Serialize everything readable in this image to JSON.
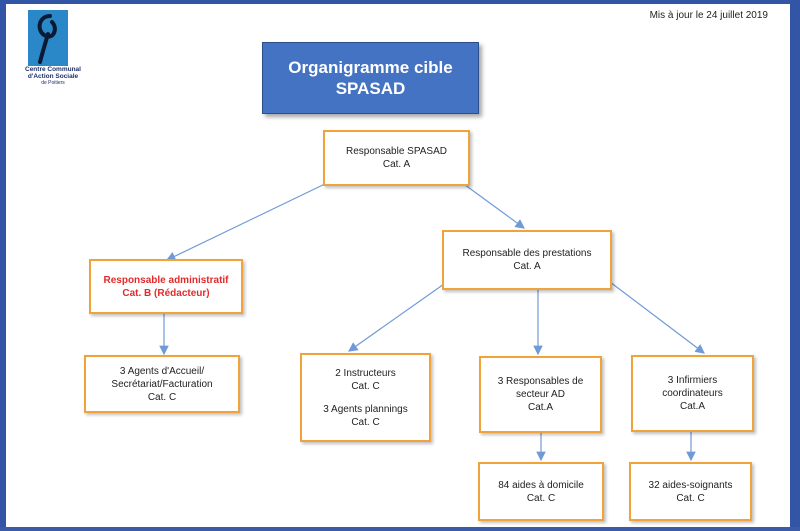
{
  "header": {
    "update": "Mis à jour le 24 juillet 2019",
    "logo": {
      "line1": "Centre Communal",
      "line2": "d'Action Sociale",
      "line3": "de Poitiers"
    }
  },
  "title": {
    "line1": "Organigramme cible",
    "line2": "SPASAD"
  },
  "nodes": {
    "root": {
      "line1": "Responsable SPASAD",
      "line2": "Cat. A"
    },
    "admin": {
      "line1": "Responsable administratif",
      "line2": "Cat. B (Rédacteur)"
    },
    "prestations": {
      "line1": "Responsable des prestations",
      "line2": "Cat. A"
    },
    "accueil": {
      "line1": "3 Agents d'Accueil/",
      "line2": "Secrétariat/Facturation",
      "line3": "Cat. C"
    },
    "instructeurs": {
      "line1": "2 Instructeurs",
      "line2": "Cat. C",
      "line3": "3 Agents plannings",
      "line4": "Cat. C"
    },
    "secteur": {
      "line1": "3 Responsables de",
      "line2": "secteur AD",
      "line3": "Cat.A"
    },
    "infirmiers": {
      "line1": "3 Infirmiers",
      "line2": "coordinateurs",
      "line3": "Cat.A"
    },
    "aides_domicile": {
      "line1": "84 aides à domicile",
      "line2": "Cat. C"
    },
    "aides_soignants": {
      "line1": "32 aides-soignants",
      "line2": "Cat. C"
    }
  },
  "colors": {
    "frame": "#3355a6",
    "title_fill": "#4473c3",
    "node_border": "#f0a33a",
    "arrow": "#6f9ad6",
    "highlight_text": "#e32a2a"
  }
}
